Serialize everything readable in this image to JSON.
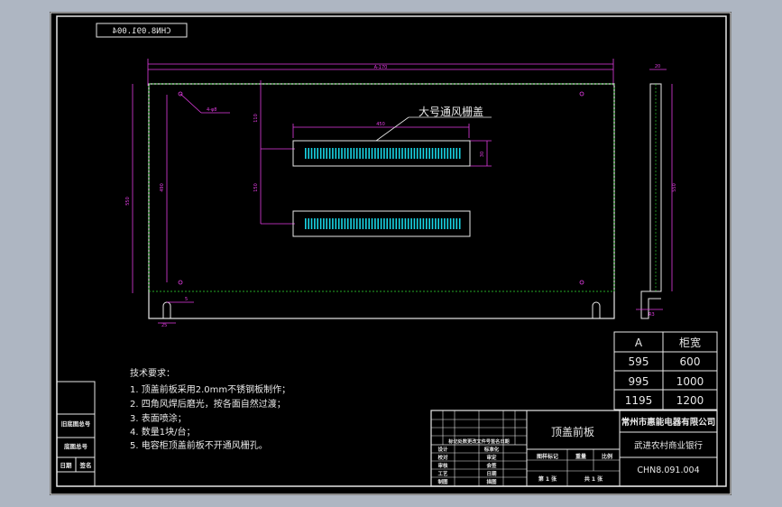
{
  "drawing": {
    "mirrored_code": "CHN8.091.004",
    "vent_label": "大号通风栅盖",
    "dims": {
      "top_total": "A-170",
      "vent_width": "450",
      "vent_height": "30",
      "left_height": "550",
      "inner_left": "490",
      "gap_top": "110",
      "gap_mid": "150",
      "hole_dia": "4-φ8",
      "slot_w": "5",
      "side_width": "20",
      "side_height": "550",
      "bottom_left": "25",
      "bottom_r": "R3"
    }
  },
  "size_table": {
    "headers": [
      "A",
      "柜宽"
    ],
    "rows": [
      [
        "595",
        "600"
      ],
      [
        "995",
        "1000"
      ],
      [
        "1195",
        "1200"
      ]
    ]
  },
  "tech": {
    "title": "技术要求：",
    "items": [
      "1. 顶盖前板采用2.0mm不锈钢板制作；",
      "2. 四角风焊后磨光，按各面自然过渡；",
      "3. 表面喷涂；",
      "4. 数量1块/台；",
      "5. 电容柜顶盖前板不开通风栅孔。"
    ]
  },
  "left_strip": {
    "items": [
      "旧底图总号",
      "底图总号",
      "日期",
      "签名"
    ]
  },
  "title_block": {
    "part_name": "顶盖前板",
    "company": "常州市惠能电器有限公司",
    "project": "武进农村商业银行",
    "code": "CHN8.091.004",
    "rev_header": "标记处数更改文件号签名日期",
    "roles": [
      "设计",
      "校对",
      "审核",
      "工艺",
      "制图"
    ],
    "roles2": [
      "标准化",
      "审定",
      "会签",
      "日期",
      "描图"
    ],
    "stage_label": "图样标记",
    "weight_label": "重量",
    "scale_label": "比例",
    "sheet_label": "第 1 张",
    "total_label": "共 1 张"
  }
}
